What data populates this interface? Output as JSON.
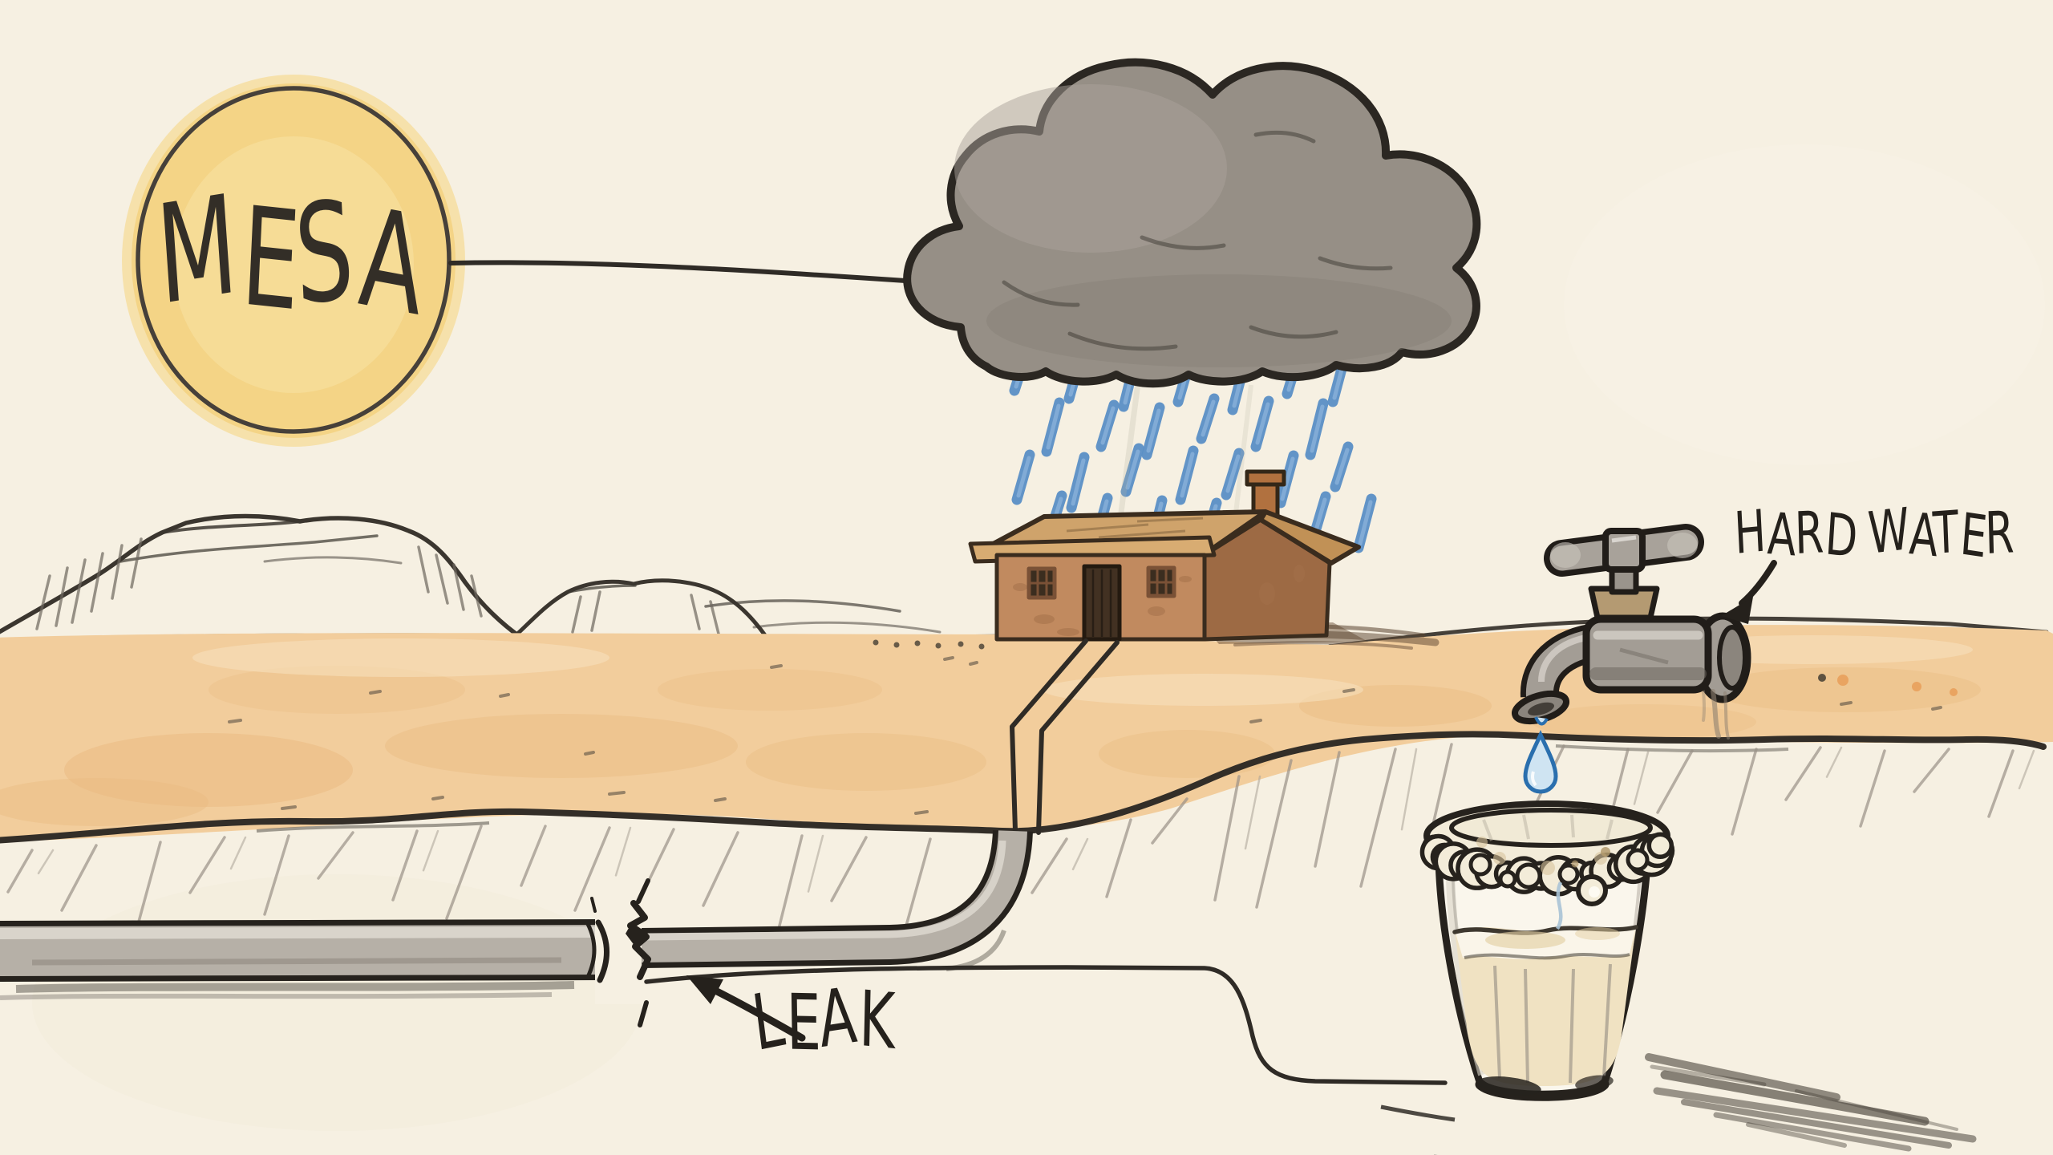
{
  "illustration": {
    "paper_color": "#f6f0e2",
    "ink_color": "#2e2a24",
    "sun_badge": {
      "label": "MESA",
      "fill": "#f4d486",
      "ring_color": "#46403a"
    },
    "cloud": {
      "fill": "#968f86",
      "outline": "#2b2722"
    },
    "rain": {
      "color": "#5b90c6",
      "core": "#85aed8"
    },
    "labels": {
      "hard_water": "HARD WATER",
      "leak": "LEAK"
    },
    "house": {
      "front_wall": "#c18a5f",
      "side_wall": "#9d6a44",
      "roof": "#cfa36b",
      "roof_right": "#c19156",
      "chimney": "#b1713f",
      "door": "#423122"
    },
    "ground": {
      "sand": "#f2cd9c",
      "sand_dark": "#e9b97f"
    },
    "pipe": {
      "body": "#b6b0a7",
      "highlight": "#ddd8cf"
    },
    "water": {
      "drop_fill": "#cfe4f2",
      "drop_outline": "#2a6fae"
    },
    "glass": {
      "liquid": "#f0e2c2",
      "crust": "#f3ecd9"
    }
  }
}
